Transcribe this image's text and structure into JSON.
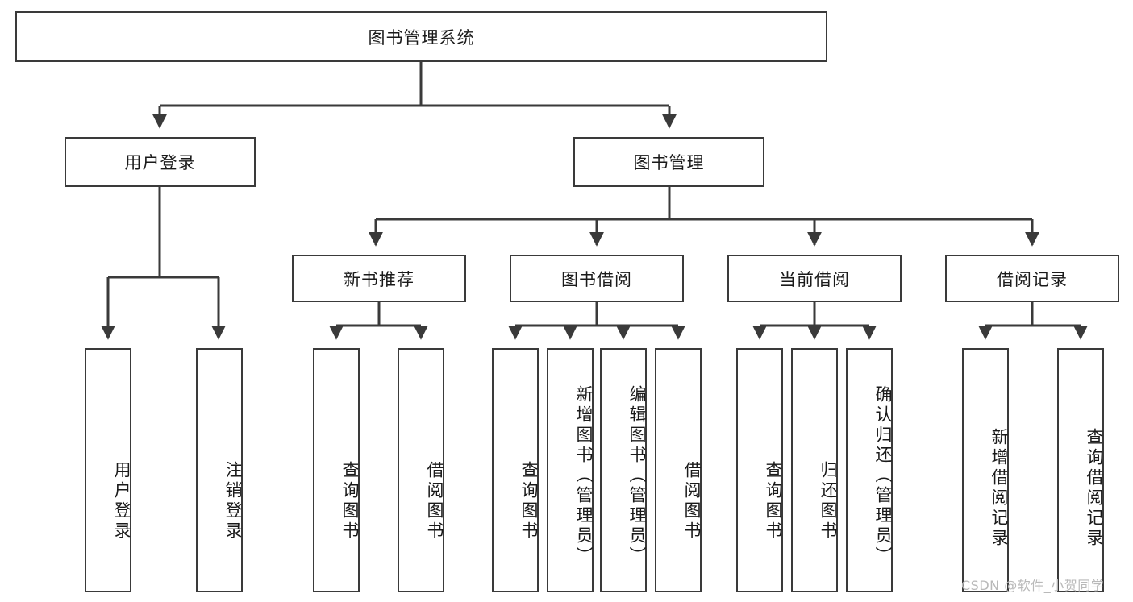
{
  "diagram": {
    "type": "tree-hierarchy-chart",
    "title": "图书管理系统",
    "root": {
      "id": "root",
      "label": "图书管理系统"
    },
    "level2": [
      {
        "id": "user-login",
        "label": "用户登录"
      },
      {
        "id": "book-management",
        "label": "图书管理"
      }
    ],
    "level3": [
      {
        "id": "new-book-recommend",
        "label": "新书推荐",
        "parent": "book-management"
      },
      {
        "id": "book-borrow",
        "label": "图书借阅",
        "parent": "book-management"
      },
      {
        "id": "current-borrow",
        "label": "当前借阅",
        "parent": "book-management"
      },
      {
        "id": "borrow-record",
        "label": "借阅记录",
        "parent": "book-management"
      }
    ],
    "leaves": [
      {
        "id": "leaf-user-login",
        "label": "用户登录",
        "parent": "user-login"
      },
      {
        "id": "leaf-user-logout",
        "label": "注销登录",
        "parent": "user-login"
      },
      {
        "id": "leaf-query-book-1",
        "label": "查询图书",
        "parent": "new-book-recommend"
      },
      {
        "id": "leaf-borrow-book-1",
        "label": "借阅图书",
        "parent": "new-book-recommend"
      },
      {
        "id": "leaf-query-book-2",
        "label": "查询图书",
        "parent": "book-borrow"
      },
      {
        "id": "leaf-add-book",
        "label": "新增图书（管理员）",
        "parent": "book-borrow"
      },
      {
        "id": "leaf-edit-book",
        "label": "编辑图书（管理员）",
        "parent": "book-borrow"
      },
      {
        "id": "leaf-borrow-book-2",
        "label": "借阅图书",
        "parent": "book-borrow"
      },
      {
        "id": "leaf-query-book-3",
        "label": "查询图书",
        "parent": "current-borrow"
      },
      {
        "id": "leaf-return-book",
        "label": "归还图书",
        "parent": "current-borrow"
      },
      {
        "id": "leaf-confirm-return",
        "label": "确认归还（管理员）",
        "parent": "current-borrow"
      },
      {
        "id": "leaf-add-record",
        "label": "新增借阅记录",
        "parent": "borrow-record"
      },
      {
        "id": "leaf-query-record",
        "label": "查询借阅记录",
        "parent": "borrow-record"
      }
    ],
    "watermark": "CSDN @软件_小贺同学",
    "colors": {
      "stroke": "#3a3a3a",
      "fill": "#ffffff",
      "text": "#1a1a1a",
      "watermark": "#b9b9b9"
    }
  }
}
